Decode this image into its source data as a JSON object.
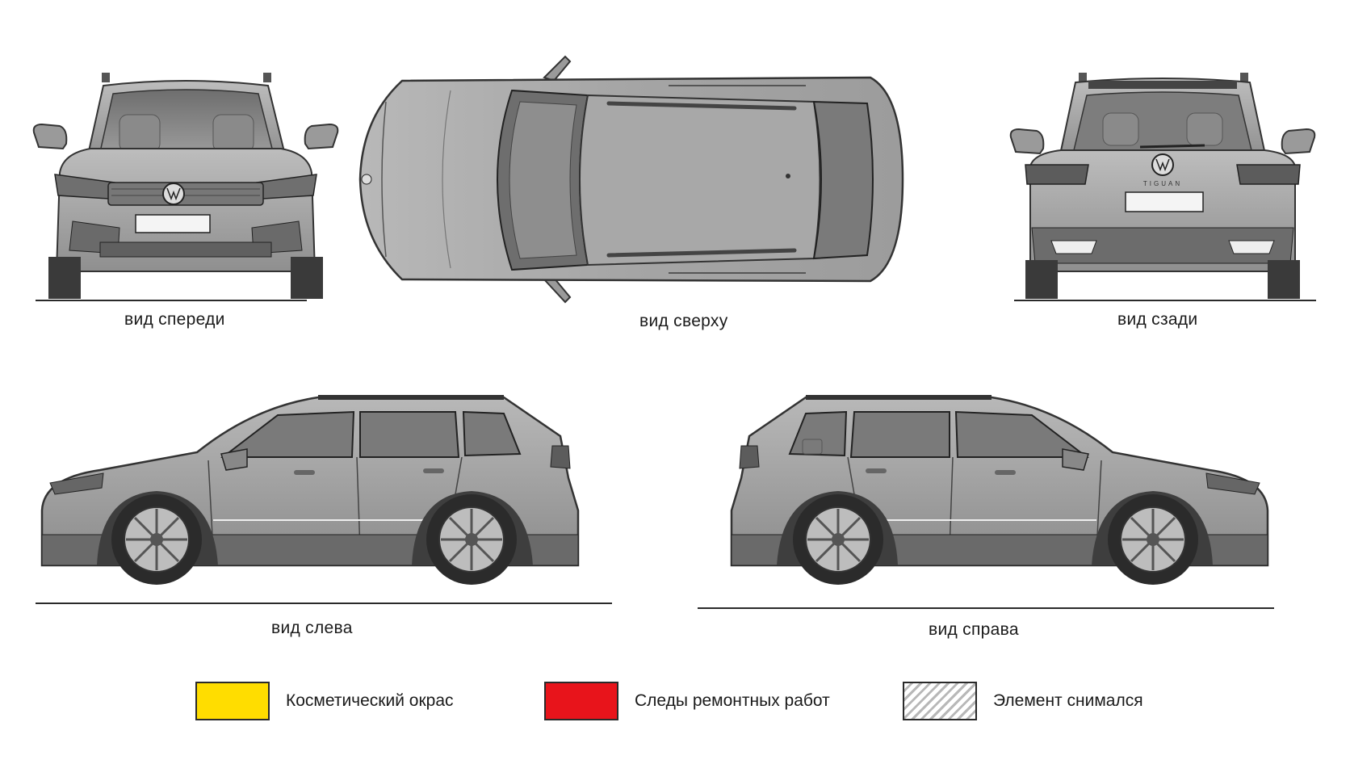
{
  "views": {
    "front": {
      "caption": "вид спереди",
      "icon": "car-front-view"
    },
    "top": {
      "caption": "вид сверху",
      "icon": "car-top-view"
    },
    "rear": {
      "caption": "вид сзади",
      "icon": "car-rear-view",
      "badge": "TIGUAN"
    },
    "left": {
      "caption": "вид слева",
      "icon": "car-left-side-view"
    },
    "right": {
      "caption": "вид справа",
      "icon": "car-right-side-view"
    }
  },
  "legend": [
    {
      "label": "Косметический окрас",
      "color": "#FFDD00",
      "pattern": "solid"
    },
    {
      "label": "Следы ремонтных работ",
      "color": "#E8141B",
      "pattern": "solid"
    },
    {
      "label": "Элемент снимался",
      "color": "#c8c8c8",
      "pattern": "hatched"
    }
  ]
}
